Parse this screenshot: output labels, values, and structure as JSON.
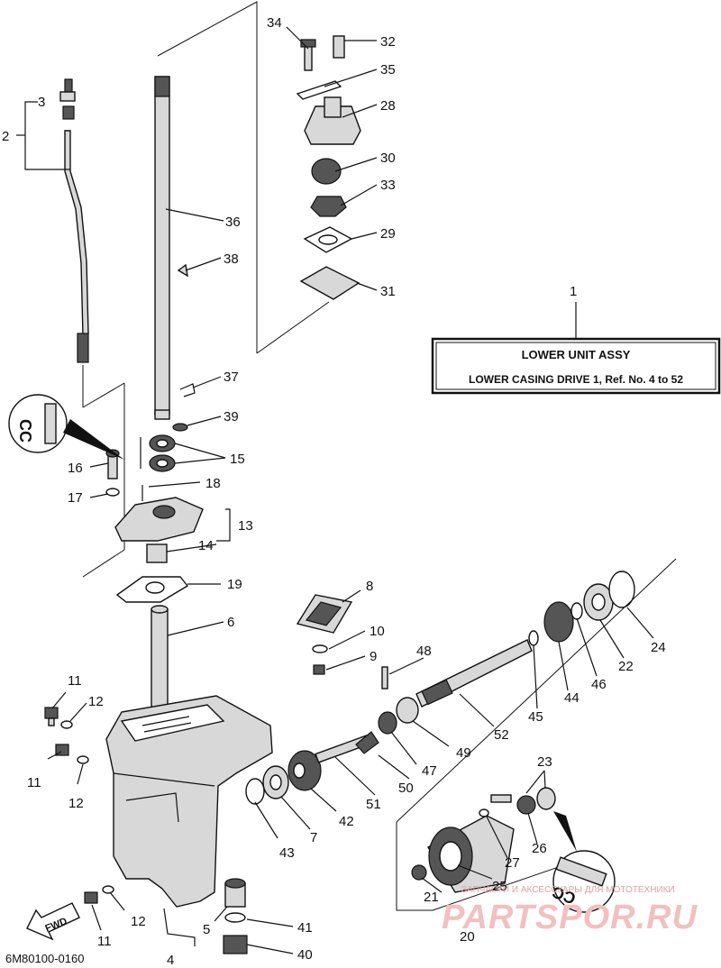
{
  "title_box": {
    "title": "LOWER UNIT ASSY",
    "subtitle": "LOWER CASING DRIVE 1, Ref. No. 4 to 52"
  },
  "figure_code": "6M80100-0160",
  "fwd_label": "FWD",
  "cc_label": "CC",
  "watermark": {
    "line1": "ЗАПЧАСТИ И АКСЕССУАРЫ ДЛЯ МОТОТЕХНИКИ",
    "line2": "PARTSPOR.RU"
  },
  "callouts": {
    "c1": "1",
    "c2": "2",
    "c3": "3",
    "c4": "4",
    "c5": "5",
    "c6": "6",
    "c7": "7",
    "c8": "8",
    "c9": "9",
    "c10": "10",
    "c11a": "11",
    "c11b": "11",
    "c11c": "11",
    "c12a": "12",
    "c12b": "12",
    "c12c": "12",
    "c13": "13",
    "c14": "14",
    "c15": "15",
    "c16": "16",
    "c17": "17",
    "c18": "18",
    "c19": "19",
    "c20": "20",
    "c21": "21",
    "c22": "22",
    "c23": "23",
    "c24": "24",
    "c25": "25",
    "c26": "26",
    "c27": "27",
    "c28": "28",
    "c29": "29",
    "c30": "30",
    "c31": "31",
    "c32": "32",
    "c33": "33",
    "c34": "34",
    "c35": "35",
    "c36": "36",
    "c37": "37",
    "c38": "38",
    "c39": "39",
    "c40": "40",
    "c41": "41",
    "c42": "42",
    "c43": "43",
    "c44": "44",
    "c45": "45",
    "c46": "46",
    "c47": "47",
    "c48": "48",
    "c49": "49",
    "c50": "50",
    "c51": "51",
    "c52": "52"
  }
}
